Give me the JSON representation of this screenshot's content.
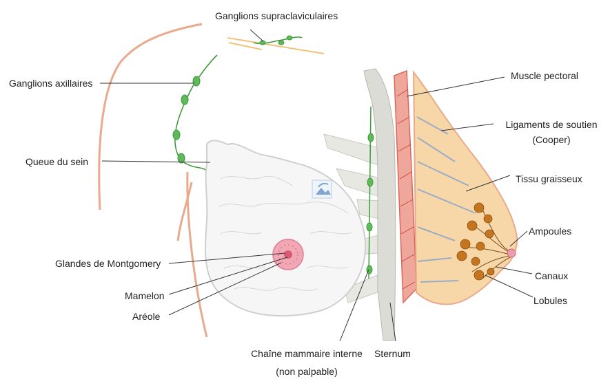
{
  "labels": {
    "supraclavicular": "Ganglions supraclaviculaires",
    "axillary": "Ganglions axillaires",
    "tail": "Queue du sein",
    "montgomery": "Glandes de Montgomery",
    "nipple": "Mamelon",
    "areola": "Aréole",
    "internal_chain_line1": "Chaîne mammaire interne",
    "internal_chain_line2": "(non palpable)",
    "sternum": "Sternum",
    "pectoral": "Muscle pectoral",
    "ligaments_line1": "Ligaments de soutien",
    "ligaments_line2": "(Cooper)",
    "fat": "Tissu graisseux",
    "ampullae": "Ampoules",
    "ducts": "Canaux",
    "lobules": "Lobules"
  },
  "colors": {
    "skin_outline": "#e9a98c",
    "node_green": "#3f9b3a",
    "fat_tissue": "#f7d7a8",
    "muscle": "#d9675a",
    "lobule": "#c4751f",
    "areola": "#f2a7b4",
    "bone": "#dcdcd6"
  },
  "icons": {
    "expand": "expand-icon"
  }
}
